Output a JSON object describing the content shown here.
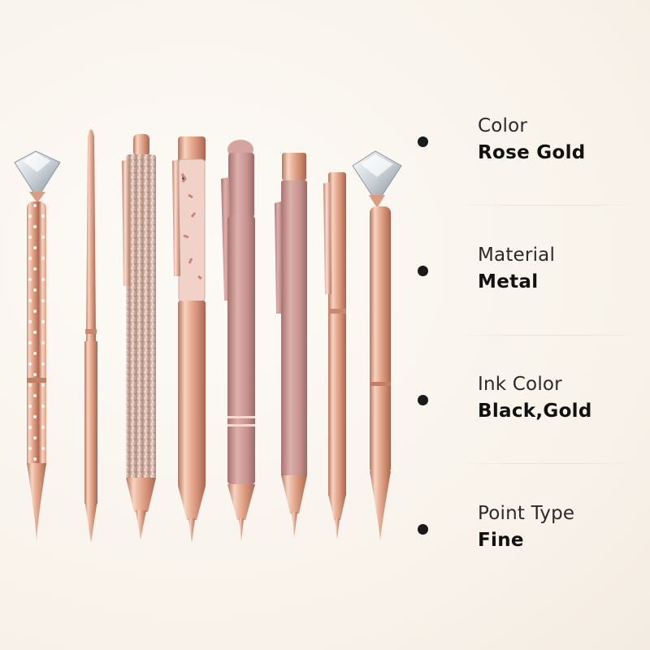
{
  "image": {
    "subject": "rose gold pens",
    "pen_count": 8,
    "colors": {
      "rose_gold_light": "#f3c9b4",
      "rose_gold_mid": "#e0a48a",
      "rose_gold_dark": "#b9765d",
      "matte_pink": "#c99a97",
      "glitter": "#d9b7aa",
      "crystal": "#e8ecef"
    }
  },
  "specs": [
    {
      "label": "Color",
      "value": "Rose Gold"
    },
    {
      "label": "Material",
      "value": "Metal"
    },
    {
      "label": "Ink Color",
      "value": "Black,Gold"
    },
    {
      "label": "Point Type",
      "value": "Fine"
    }
  ]
}
